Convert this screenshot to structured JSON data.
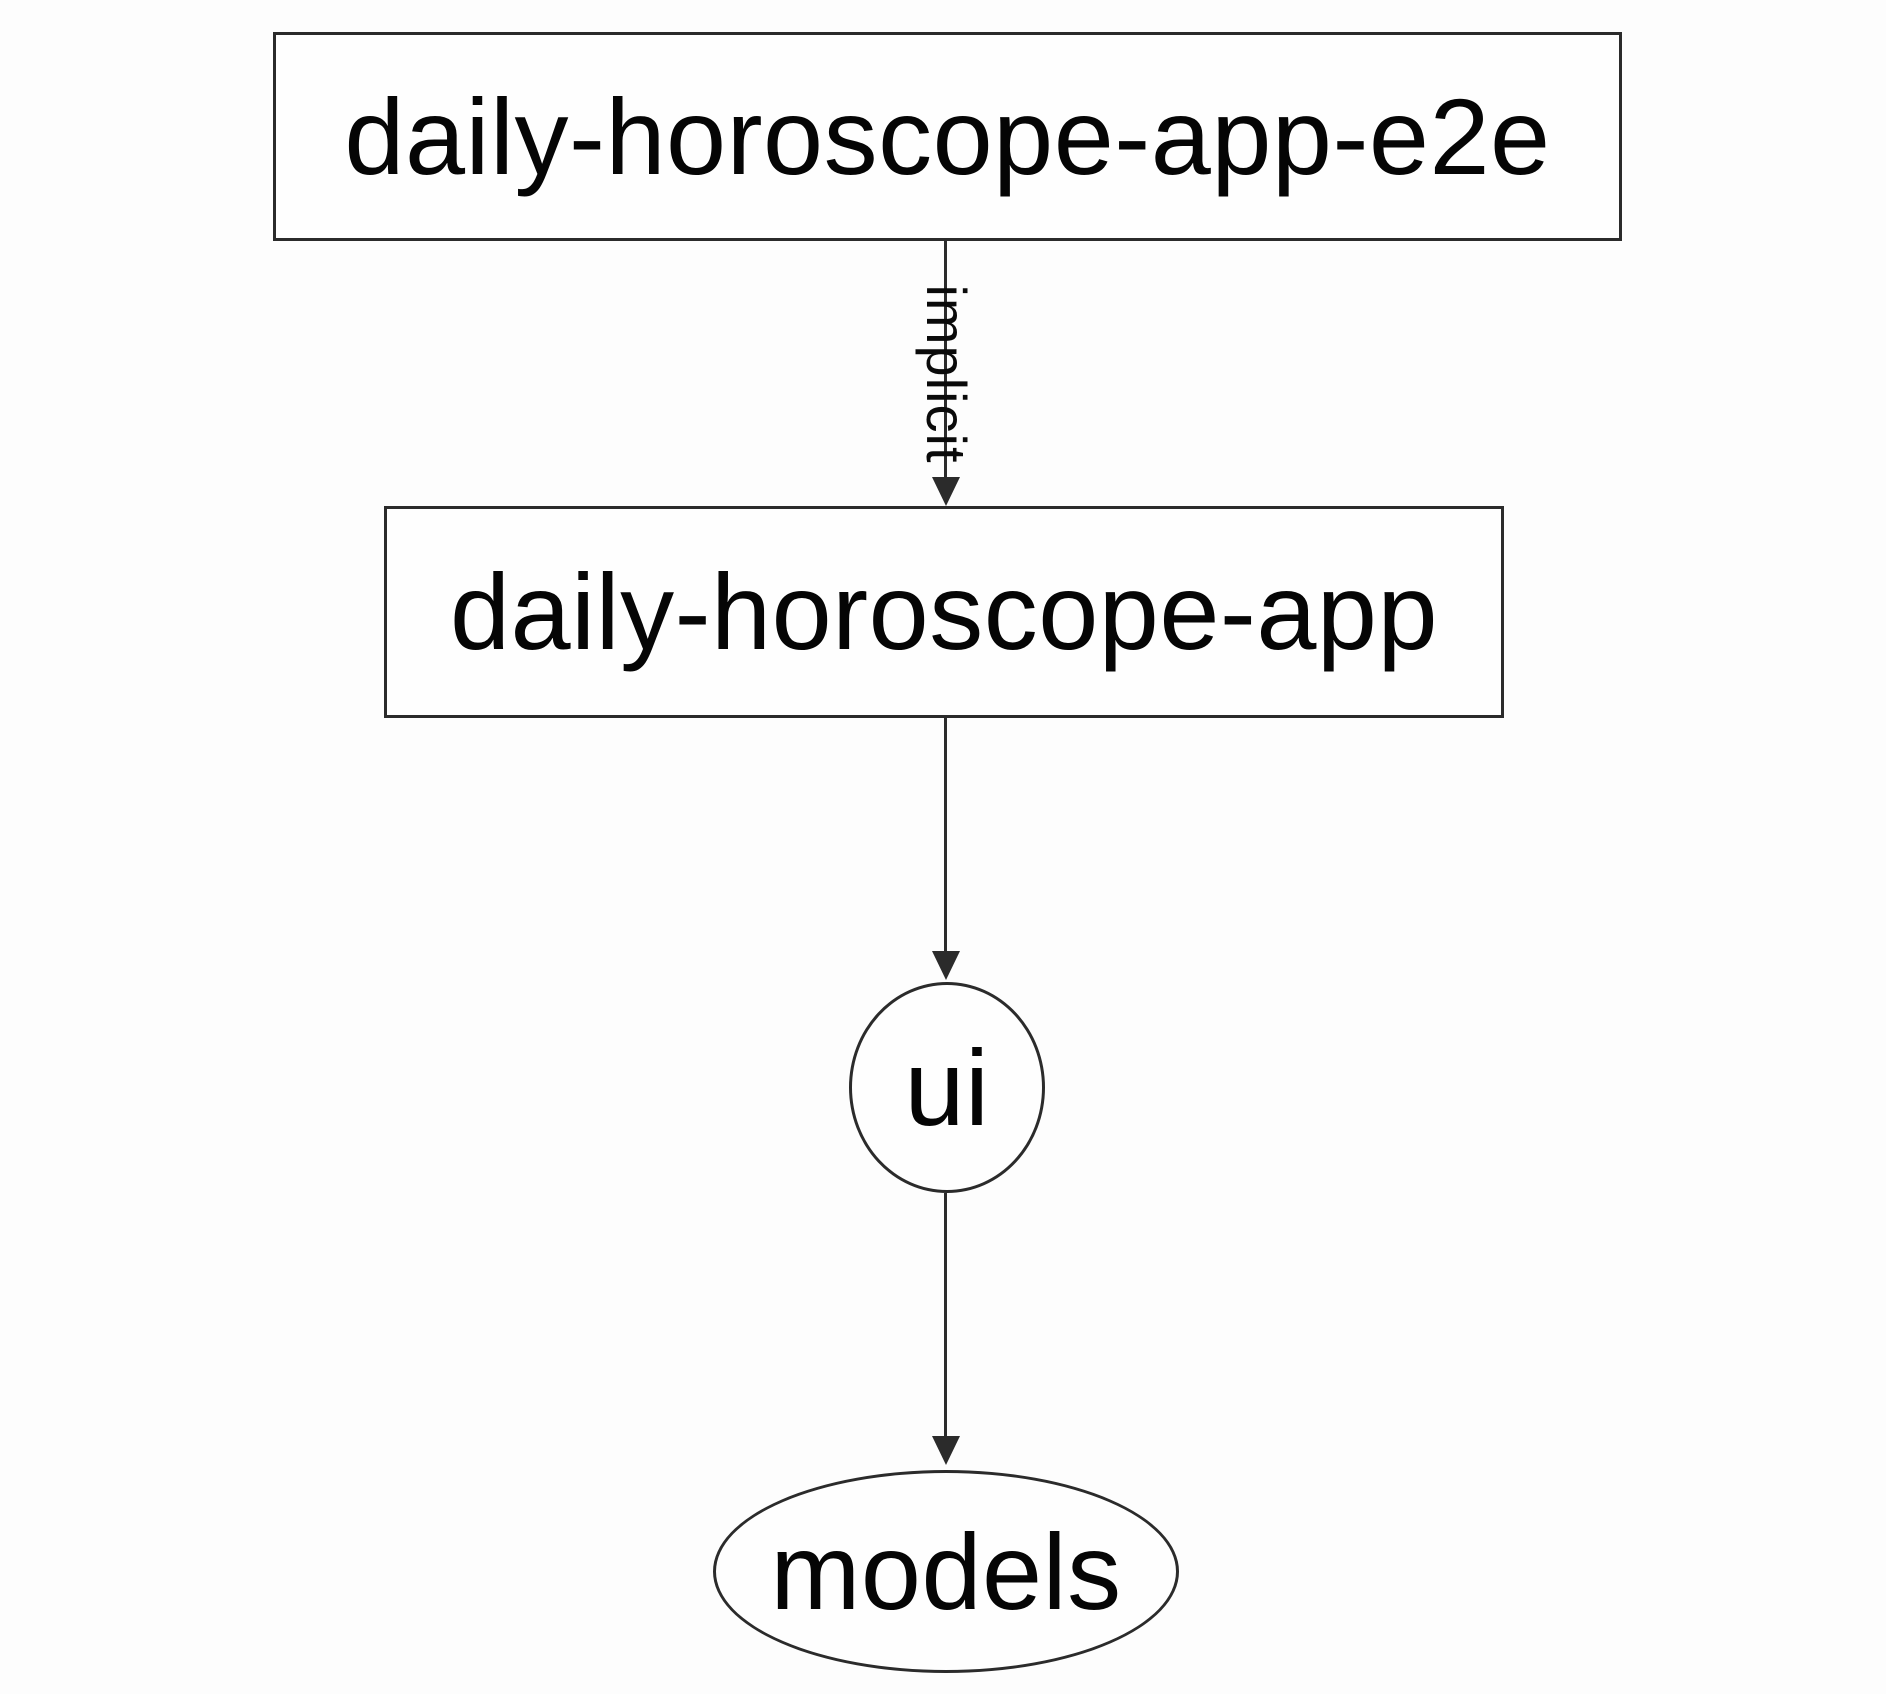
{
  "diagram": {
    "type": "dependency-graph",
    "nodes": [
      {
        "id": "daily-horoscope-app-e2e",
        "label": "daily-horoscope-app-e2e",
        "shape": "rectangle"
      },
      {
        "id": "daily-horoscope-app",
        "label": "daily-horoscope-app",
        "shape": "rectangle"
      },
      {
        "id": "ui",
        "label": "ui",
        "shape": "ellipse"
      },
      {
        "id": "models",
        "label": "models",
        "shape": "ellipse"
      }
    ],
    "edges": [
      {
        "from": "daily-horoscope-app-e2e",
        "to": "daily-horoscope-app",
        "label": "implicit",
        "arrow": "down"
      },
      {
        "from": "daily-horoscope-app",
        "to": "ui",
        "label": "",
        "arrow": "down"
      },
      {
        "from": "ui",
        "to": "models",
        "label": "",
        "arrow": "down"
      }
    ],
    "colors": {
      "background": "#fdfdfd",
      "node_fill": "#fefefe",
      "stroke": "#2b2b2b",
      "text": "#050505"
    }
  }
}
